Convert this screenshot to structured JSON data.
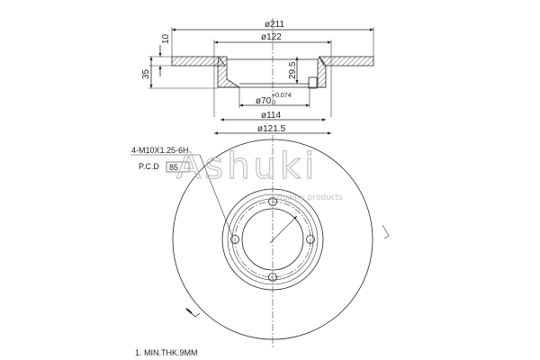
{
  "section_view": {
    "dim_outer_diameter": "ø211",
    "dim_hat_diameter": "ø122",
    "dim_flange_thickness": "10",
    "dim_total_height": "35",
    "dim_hat_depth": "29.5",
    "dim_center_bore": "ø70",
    "dim_center_bore_tol_upper": "+0.074",
    "dim_center_bore_tol_lower": "0",
    "dim_inner_diameter_1": "ø114",
    "dim_inner_diameter_2": "ø121.5"
  },
  "front_view": {
    "thread_spec": "4-M10X1.25-6H",
    "pcd_label": "P.C.D",
    "pcd_value": "85"
  },
  "watermark": {
    "brand": "Ashuki",
    "tagline": "quality products"
  },
  "note": "1. MIN.THK.9MM"
}
